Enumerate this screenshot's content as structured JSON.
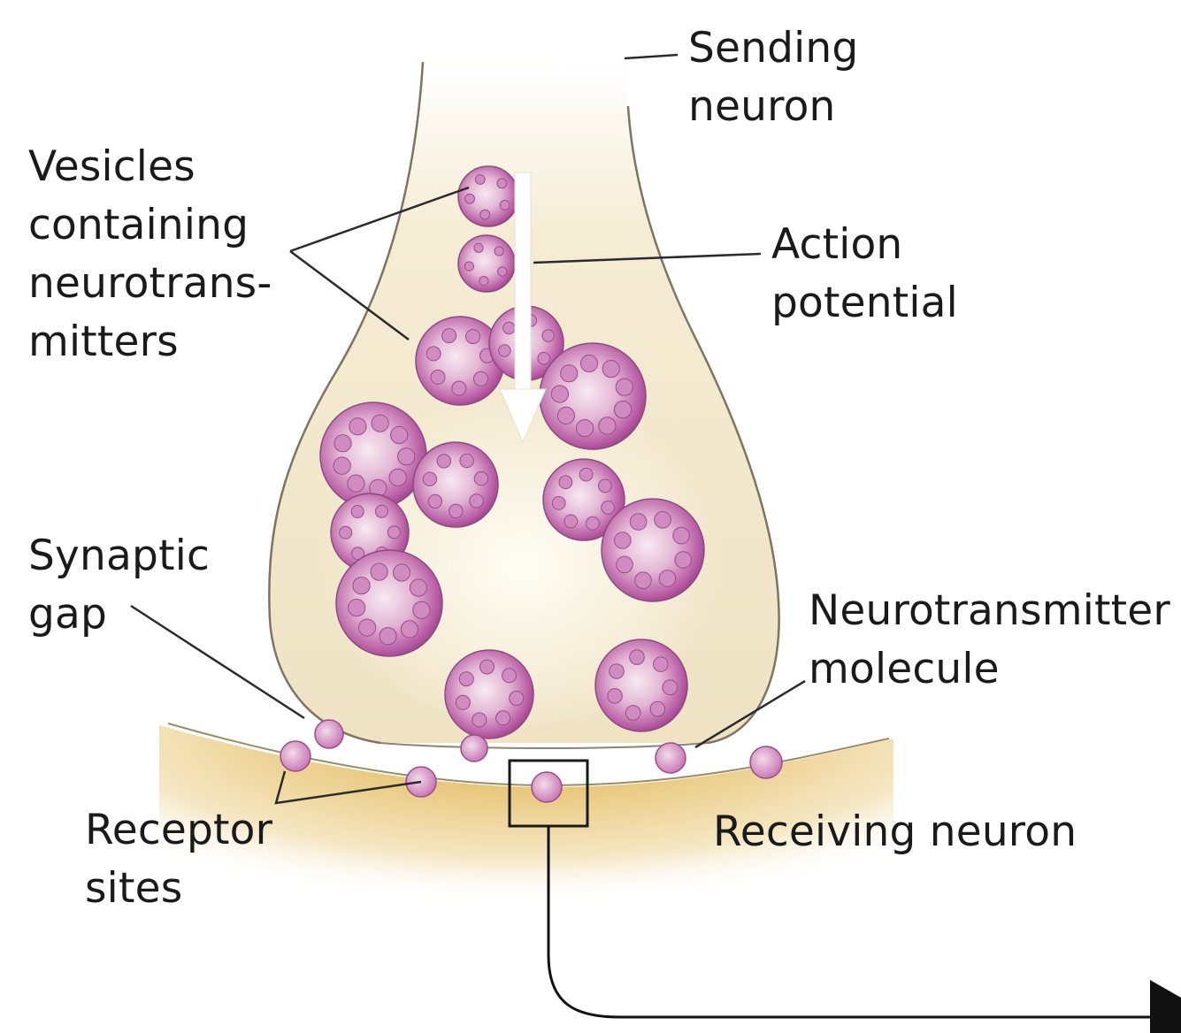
{
  "labels": {
    "sending_neuron": "Sending\nneuron",
    "vesicles": "Vesicles\ncontaining\nneurotrans-\nmitters",
    "action_potential": "Action\npotential",
    "synaptic_gap": "Synaptic\ngap",
    "neurotransmitter_molecule": "Neurotransmitter\nmolecule",
    "receptor_sites": "Receptor\nsites",
    "receiving_neuron": "Receiving neuron"
  },
  "colors": {
    "terminal_fill": "#f1e8cf",
    "terminal_outline": "#7d7462",
    "receiving_neuron": "#e2b552",
    "vesicle": "#b54f9f",
    "molecule": "#ddaad2",
    "leader_line": "#2b2b2b"
  }
}
